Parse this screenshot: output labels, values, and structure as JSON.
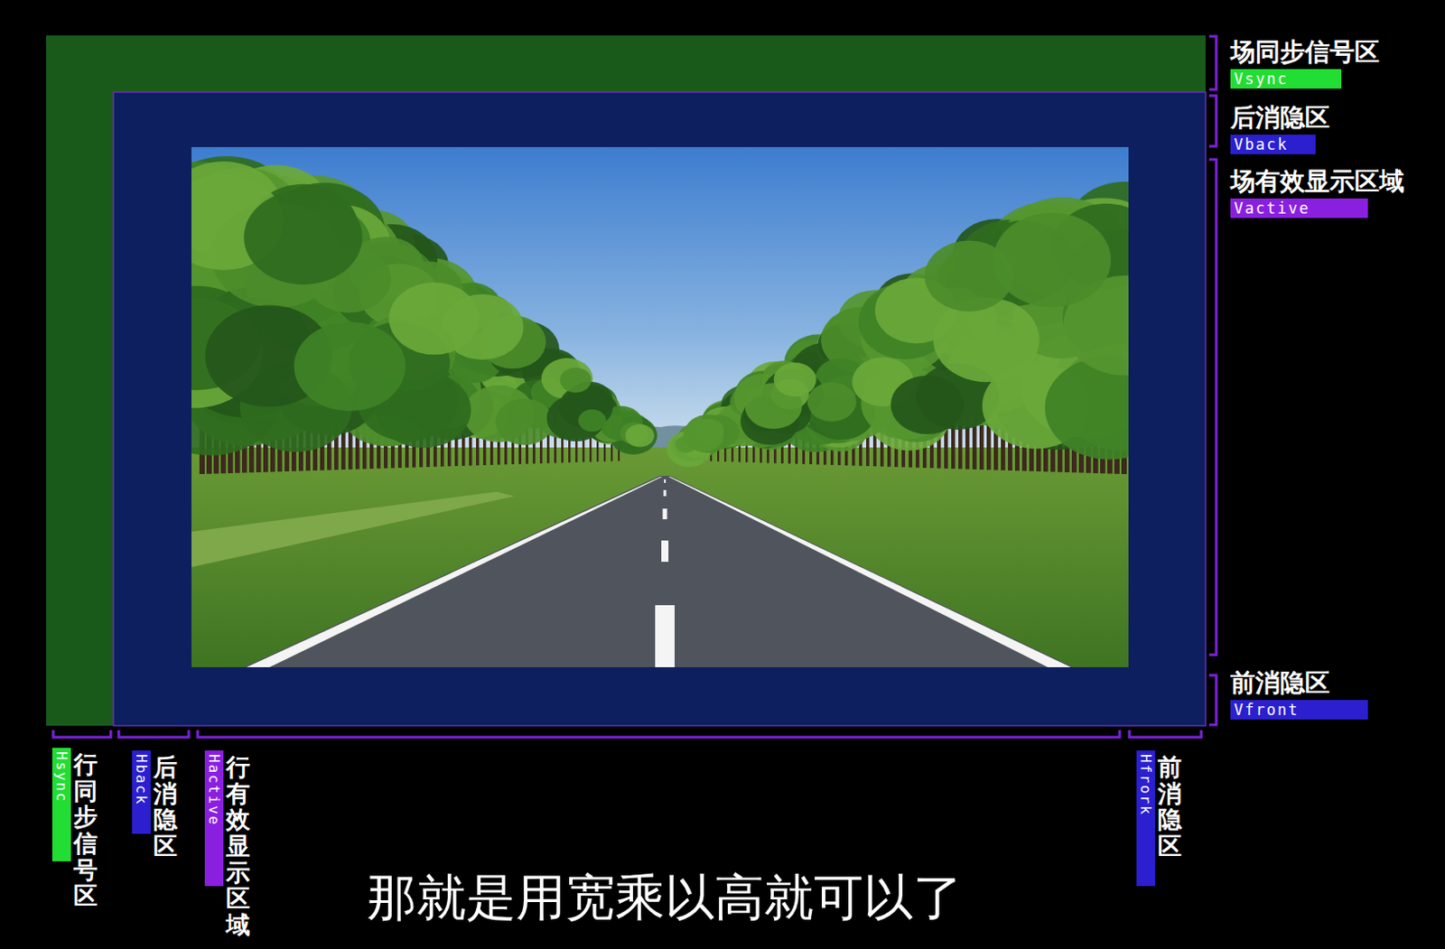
{
  "diagram": {
    "caption": "那就是用宽乘以高就可以了",
    "nodes": [
      {
        "text": [
          "场同步信号区",
          "Vsync"
        ]
      },
      {
        "text": [
          "后消隐区",
          "Vback"
        ]
      },
      {
        "text": [
          "场有效显示区域",
          "Vactive"
        ]
      },
      {
        "text": [
          "前消隐区",
          "Vfront"
        ]
      },
      {
        "text": [
          "行同步信号区",
          "Hsync"
        ]
      },
      {
        "text": [
          "后消隐区",
          "Hback"
        ]
      },
      {
        "text": [
          "行有效显示区域",
          "Hactive"
        ]
      },
      {
        "text": [
          "前消隐区",
          "Hfrork"
        ]
      }
    ]
  }
}
